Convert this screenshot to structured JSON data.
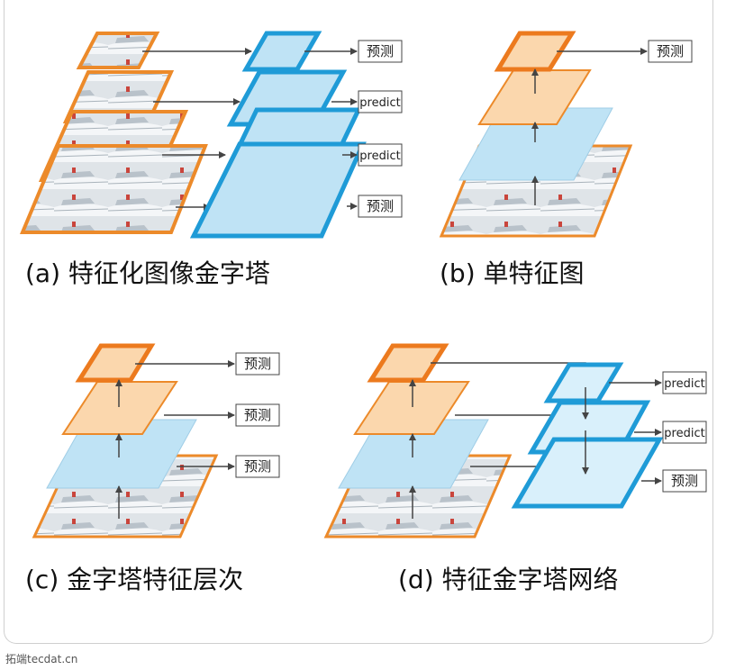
{
  "colors": {
    "image_border": "#ec8a2a",
    "image_fill": "#dfe4e8",
    "orange_fill": "#fbd7ad",
    "orange_stroke": "#ec7a1e",
    "blue_fill": "#bfe3f5",
    "blue_stroke": "#1f9bd7",
    "arrow": "#444444"
  },
  "panels": {
    "a": {
      "caption": "(a) 特征化图像金字塔",
      "outputs": [
        "预测",
        "predict",
        "predict",
        "预测"
      ]
    },
    "b": {
      "caption": "(b) 单特征图",
      "outputs": [
        "预测"
      ]
    },
    "c": {
      "caption": "(c) 金字塔特征层次",
      "outputs": [
        "预测",
        "预测",
        "预测"
      ]
    },
    "d": {
      "caption": "(d) 特征金字塔网络",
      "outputs": [
        "predict",
        "predict",
        "预测"
      ]
    }
  },
  "footer": "拓端tecdat.cn"
}
